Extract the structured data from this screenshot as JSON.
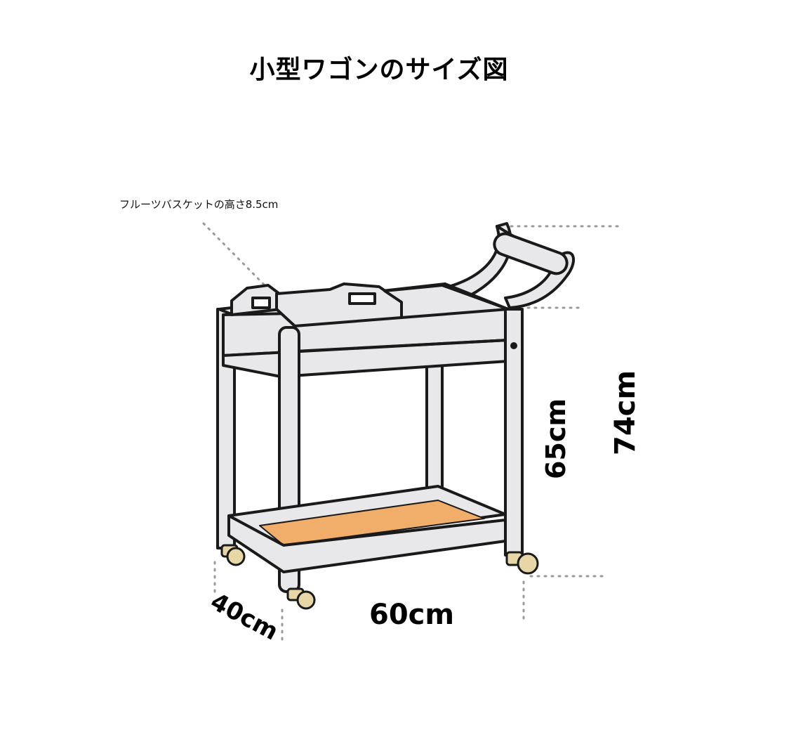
{
  "title": "小型ワゴンのサイズ図",
  "annotations": {
    "basket_height": "フルーツバスケットの高さ8.5cm"
  },
  "dimensions": {
    "width": "60cm",
    "depth": "40cm",
    "shelf_height": "65cm",
    "total_height": "74cm"
  },
  "colors": {
    "outline": "#1a1a1a",
    "body": "#e8e8eb",
    "shelf_insert": "#f0ae6a",
    "caster": "#e8d7a6",
    "dotted_guide": "#9a9a9a"
  }
}
